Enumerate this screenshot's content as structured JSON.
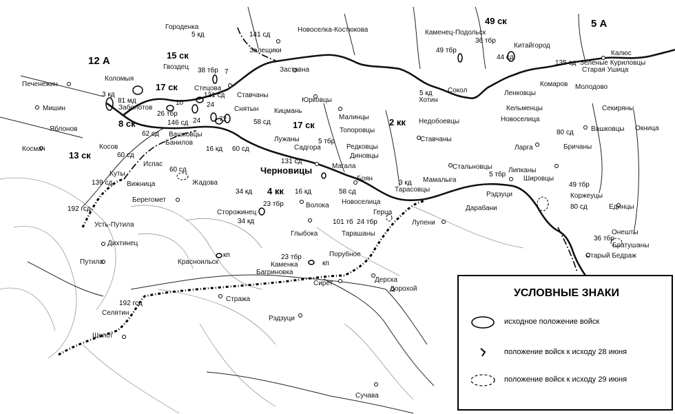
{
  "map": {
    "armies": [
      {
        "id": "12a",
        "text": "12 А"
      },
      {
        "id": "5a",
        "text": "5 А"
      }
    ],
    "corps": [
      {
        "id": "15sk",
        "text": "15 ск"
      },
      {
        "id": "17sk-w",
        "text": "17 ск"
      },
      {
        "id": "8sk",
        "text": "8 ск"
      },
      {
        "id": "13sk",
        "text": "13 ск"
      },
      {
        "id": "17sk-e",
        "text": "17 ск"
      },
      {
        "id": "49sk",
        "text": "49 ск"
      },
      {
        "id": "2kk",
        "text": "2 кк"
      },
      {
        "id": "4kk",
        "text": "4 кк"
      }
    ],
    "main_city": "Черновицы",
    "places": [
      {
        "id": "gorodenka",
        "text": "Городенка"
      },
      {
        "id": "novoselka",
        "text": "Новоселка-Костюкова"
      },
      {
        "id": "kamenets",
        "text": "Каменец-Подольск"
      },
      {
        "id": "kitaigorod",
        "text": "Китайгород"
      },
      {
        "id": "zelenye",
        "text": "Зеленые Куриловцы"
      },
      {
        "id": "zaleshchiki",
        "text": "Залещики"
      },
      {
        "id": "kalyus",
        "text": "Калюс"
      },
      {
        "id": "staraya-ushitsa",
        "text": "Старая Ушица"
      },
      {
        "id": "pechenezhin",
        "text": "Печенежин"
      },
      {
        "id": "kolomyya",
        "text": "Коломыя"
      },
      {
        "id": "gvozdets",
        "text": "Гвоздец"
      },
      {
        "id": "zastavna",
        "text": "Заставна"
      },
      {
        "id": "stetsova",
        "text": "Стецова"
      },
      {
        "id": "komarov",
        "text": "Комаров"
      },
      {
        "id": "molodovo",
        "text": "Молодово"
      },
      {
        "id": "mishin",
        "text": "Мишин"
      },
      {
        "id": "zabolotov",
        "text": "Заболотов"
      },
      {
        "id": "stavchany-w",
        "text": "Ставчаны"
      },
      {
        "id": "yurkovtsy",
        "text": "Юрковцы"
      },
      {
        "id": "sokol",
        "text": "Сокол"
      },
      {
        "id": "lenkovtsy",
        "text": "Ленковцы"
      },
      {
        "id": "khotin",
        "text": "Хотин"
      },
      {
        "id": "yablonov",
        "text": "Яблонов"
      },
      {
        "id": "snyatyn",
        "text": "Снятын"
      },
      {
        "id": "kitsman",
        "text": "Кицмань"
      },
      {
        "id": "malintsy",
        "text": "Малинцы"
      },
      {
        "id": "nedoboevtsy",
        "text": "Недобоевцы"
      },
      {
        "id": "kelmentsy",
        "text": "Кельменцы"
      },
      {
        "id": "sekiryany",
        "text": "Секиряны"
      },
      {
        "id": "novoselitsa-ne",
        "text": "Новоселица"
      },
      {
        "id": "vashkovtsy-e",
        "text": "Вашковцы"
      },
      {
        "id": "oknitsa",
        "text": "Окница"
      },
      {
        "id": "kosmach",
        "text": "Космач"
      },
      {
        "id": "vashkovtsy-w",
        "text": "Вашковцы"
      },
      {
        "id": "toporovtsy",
        "text": "Топоровцы"
      },
      {
        "id": "kosov",
        "text": "Косов"
      },
      {
        "id": "banilov",
        "text": "Банилов"
      },
      {
        "id": "luzhany",
        "text": "Лужаны"
      },
      {
        "id": "stavchany-e",
        "text": "Ставчаны"
      },
      {
        "id": "larga",
        "text": "Ларга"
      },
      {
        "id": "brichany",
        "text": "Бричаны"
      },
      {
        "id": "sadgora",
        "text": "Садгора"
      },
      {
        "id": "redkovtsy",
        "text": "Редковцы"
      },
      {
        "id": "dinovtsy",
        "text": "Диновцы"
      },
      {
        "id": "ispas",
        "text": "Испас"
      },
      {
        "id": "magala",
        "text": "Магала"
      },
      {
        "id": "stalnovtsy",
        "text": "Стальновцы"
      },
      {
        "id": "lipkany",
        "text": "Липканы"
      },
      {
        "id": "kuty",
        "text": "Куты"
      },
      {
        "id": "shirovtsy",
        "text": "Шировцы"
      },
      {
        "id": "zhadova",
        "text": "Жадова"
      },
      {
        "id": "boyan",
        "text": "Боян"
      },
      {
        "id": "mamalyga",
        "text": "Мамалыга"
      },
      {
        "id": "vizhnitsa",
        "text": "Вижница"
      },
      {
        "id": "tarasovtsy",
        "text": "Тарасовцы"
      },
      {
        "id": "redzutsy-e",
        "text": "Рэдзуци"
      },
      {
        "id": "korzheutsy",
        "text": "Коржеуцы"
      },
      {
        "id": "beregomet",
        "text": "Берегомет"
      },
      {
        "id": "novoselitsa-c",
        "text": "Новоселица"
      },
      {
        "id": "edintsy",
        "text": "Единцы"
      },
      {
        "id": "volokа",
        "text": "Волока"
      },
      {
        "id": "darabani",
        "text": "Дарабани"
      },
      {
        "id": "storozhinets",
        "text": "Сторожинец"
      },
      {
        "id": "ust-putila",
        "text": "Усть-Путила"
      },
      {
        "id": "gertsa",
        "text": "Герца"
      },
      {
        "id": "lupeni",
        "text": "Лупени"
      },
      {
        "id": "onestі",
        "text": "Онешты"
      },
      {
        "id": "glyboka",
        "text": "Глыбока"
      },
      {
        "id": "tarashany",
        "text": "Тарашаны"
      },
      {
        "id": "bratushany",
        "text": "Братушаны"
      },
      {
        "id": "dikhtinets",
        "text": "Дихтинец"
      },
      {
        "id": "porubnoe",
        "text": "Порубное"
      },
      {
        "id": "staryi-bedrazh",
        "text": "Старый Бедраж"
      },
      {
        "id": "putila",
        "text": "Путила"
      },
      {
        "id": "krasnoilsk",
        "text": "Красноильск"
      },
      {
        "id": "kamenka",
        "text": "Каменка"
      },
      {
        "id": "bagrinovka",
        "text": "Багриновка"
      },
      {
        "id": "seret",
        "text": "Сирет"
      },
      {
        "id": "derska",
        "text": "Дерска"
      },
      {
        "id": "dorokhoi",
        "text": "Дорохой"
      },
      {
        "id": "stragha",
        "text": "Стража"
      },
      {
        "id": "selyatin",
        "text": "Селятин"
      },
      {
        "id": "redzutsy-s",
        "text": "Рэдзуци"
      },
      {
        "id": "shepot",
        "text": "Шепот"
      },
      {
        "id": "suchava",
        "text": "Сучава"
      }
    ],
    "units": [
      {
        "id": "u5kd-a",
        "text": "5 кд"
      },
      {
        "id": "u141sd",
        "text": "141 сд"
      },
      {
        "id": "u49tbr",
        "text": "49 тбр"
      },
      {
        "id": "u36tbr-n",
        "text": "36 тбр"
      },
      {
        "id": "u44sd",
        "text": "44 сд"
      },
      {
        "id": "u135sd",
        "text": "135 сд"
      },
      {
        "id": "u38tbr",
        "text": "38 тбр"
      },
      {
        "id": "u7",
        "text": "7"
      },
      {
        "id": "u3kd",
        "text": "3 кд"
      },
      {
        "id": "u81md",
        "text": "81 мд"
      },
      {
        "id": "u5kd-b",
        "text": "5 кд"
      },
      {
        "id": "u131sd-n",
        "text": "131 сд"
      },
      {
        "id": "u10",
        "text": "10"
      },
      {
        "id": "u26tbr",
        "text": "26 тбр"
      },
      {
        "id": "u24-a",
        "text": "24"
      },
      {
        "id": "u146sd",
        "text": "146 сд"
      },
      {
        "id": "u24-b",
        "text": "24"
      },
      {
        "id": "u72",
        "text": "72"
      },
      {
        "id": "u58sd-n",
        "text": "58 сд"
      },
      {
        "id": "u62sd",
        "text": "62 сд"
      },
      {
        "id": "u16kd-n",
        "text": "16 кд"
      },
      {
        "id": "u60sd-a",
        "text": "60 сд"
      },
      {
        "id": "u5tbr",
        "text": "5 тбр"
      },
      {
        "id": "u60sd-b",
        "text": "60 сд"
      },
      {
        "id": "u80sd",
        "text": "80 сд"
      },
      {
        "id": "u131sd-s",
        "text": "131 сд"
      },
      {
        "id": "u60sd-c",
        "text": "60 сд"
      },
      {
        "id": "u5tbr-e",
        "text": "5 тбр"
      },
      {
        "id": "u139sd",
        "text": "139 сд"
      },
      {
        "id": "u3kd-e",
        "text": "3 кд"
      },
      {
        "id": "u49tbr-s",
        "text": "49 тбр"
      },
      {
        "id": "u34kd-a",
        "text": "34 кд"
      },
      {
        "id": "u16kd-s",
        "text": "16 кд"
      },
      {
        "id": "u58sd-s",
        "text": "58 сд"
      },
      {
        "id": "u80sd-s",
        "text": "80 сд"
      },
      {
        "id": "u23tbr-a",
        "text": "23 тбр"
      },
      {
        "id": "u192gsd-a",
        "text": "192 гсд"
      },
      {
        "id": "u34kd-b",
        "text": "34 кд"
      },
      {
        "id": "u101tb",
        "text": "101 тб"
      },
      {
        "id": "u24tbr",
        "text": "24 тбр"
      },
      {
        "id": "u36tbr-s",
        "text": "36 тбр"
      },
      {
        "id": "u23tbr-b",
        "text": "23 тбр"
      },
      {
        "id": "ukp-a",
        "text": "кп"
      },
      {
        "id": "ukp-b",
        "text": "кп"
      },
      {
        "id": "u192gsd-b",
        "text": "192 гсд"
      }
    ]
  },
  "legend": {
    "title": "УСЛОВНЫЕ ЗНАКИ",
    "items": [
      {
        "text": "исходное положение войск"
      },
      {
        "text": "положение войск к исходу 28 июня"
      },
      {
        "text": "положение войск к исходу 29 июня"
      }
    ]
  }
}
